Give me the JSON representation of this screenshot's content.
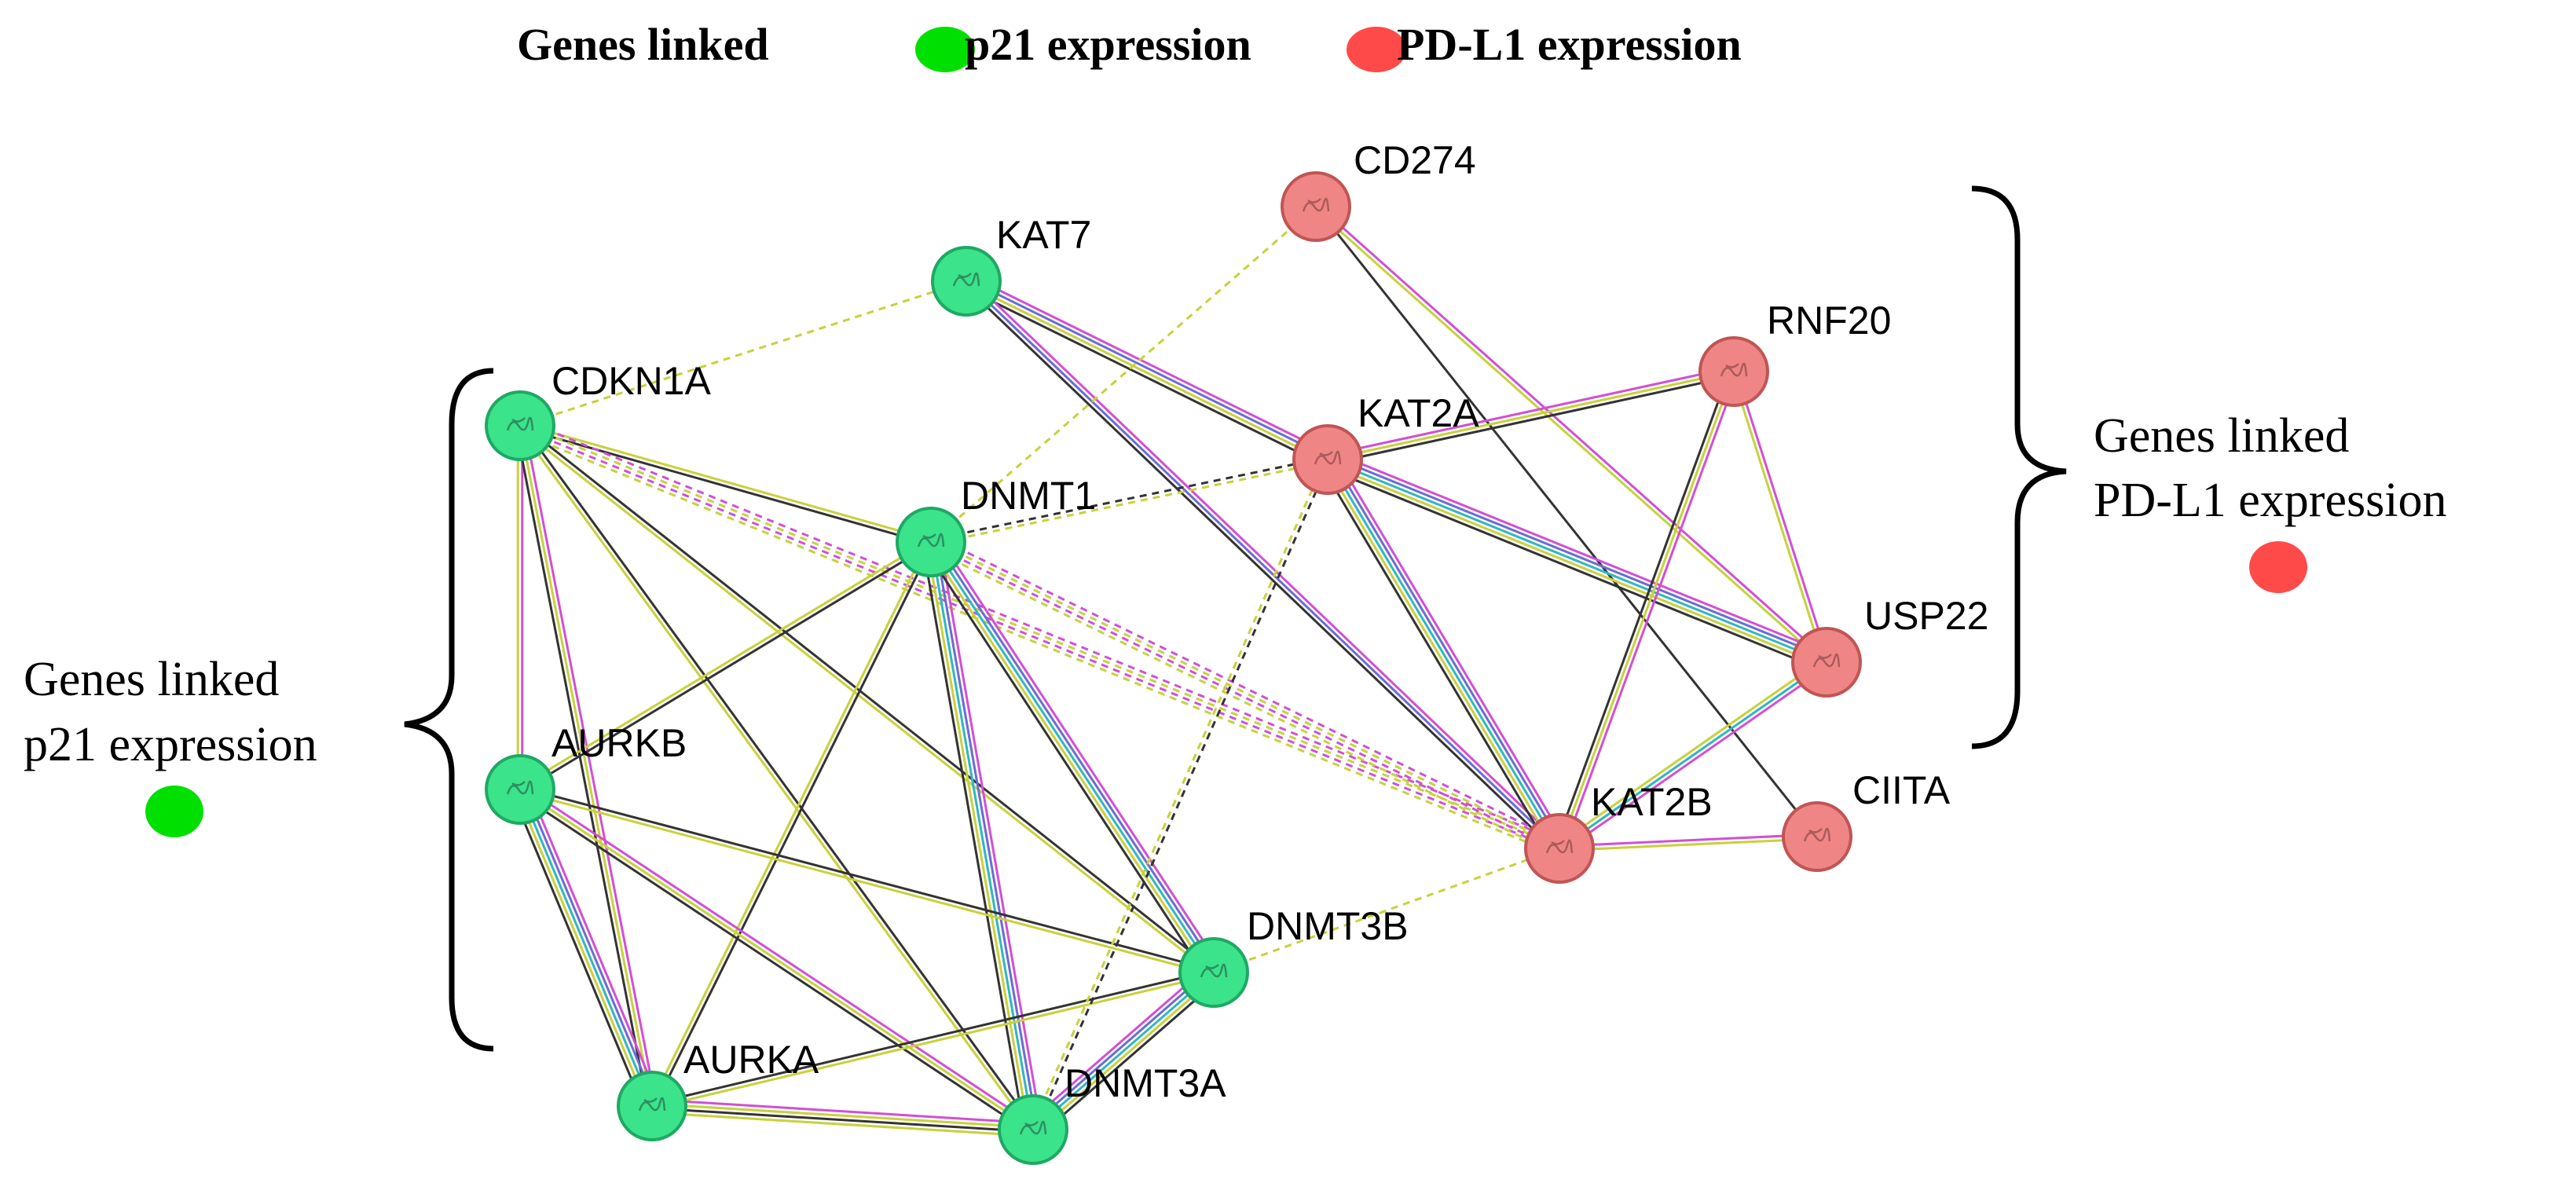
{
  "legend": {
    "title": "Genes linked",
    "items": [
      {
        "label": "p21 expression",
        "color": "#00e000"
      },
      {
        "label": "PD-L1 expression",
        "color": "#ff4a4a"
      }
    ]
  },
  "annotations": {
    "left": {
      "line1": "Genes linked",
      "line2": "p21 expression",
      "dot_color": "#00e000"
    },
    "right": {
      "line1": "Genes linked",
      "line2": "PD-L1 expression",
      "dot_color": "#ff4a4a"
    }
  },
  "node_colors": {
    "p21": "#3be38a",
    "pdl1": "#f08585"
  },
  "nodes": [
    {
      "id": "CDKN1A",
      "group": "p21"
    },
    {
      "id": "KAT7",
      "group": "p21"
    },
    {
      "id": "DNMT1",
      "group": "p21"
    },
    {
      "id": "AURKB",
      "group": "p21"
    },
    {
      "id": "AURKA",
      "group": "p21"
    },
    {
      "id": "DNMT3A",
      "group": "p21"
    },
    {
      "id": "DNMT3B",
      "group": "p21"
    },
    {
      "id": "CD274",
      "group": "pdl1"
    },
    {
      "id": "RNF20",
      "group": "pdl1"
    },
    {
      "id": "KAT2A",
      "group": "pdl1"
    },
    {
      "id": "USP22",
      "group": "pdl1"
    },
    {
      "id": "KAT2B",
      "group": "pdl1"
    },
    {
      "id": "CIITA",
      "group": "pdl1"
    }
  ],
  "edges": [
    {
      "a": "CDKN1A",
      "b": "KAT7",
      "types": [
        "textmining"
      ],
      "dashed": true
    },
    {
      "a": "CDKN1A",
      "b": "DNMT1",
      "types": [
        "textmining",
        "coexpression"
      ]
    },
    {
      "a": "CDKN1A",
      "b": "AURKB",
      "types": [
        "database",
        "textmining"
      ]
    },
    {
      "a": "CDKN1A",
      "b": "AURKA",
      "types": [
        "database",
        "textmining",
        "coexpression"
      ]
    },
    {
      "a": "CDKN1A",
      "b": "DNMT3A",
      "types": [
        "coexpression",
        "textmining"
      ]
    },
    {
      "a": "CDKN1A",
      "b": "DNMT3B",
      "types": [
        "coexpression",
        "textmining"
      ]
    },
    {
      "a": "CDKN1A",
      "b": "KAT2B",
      "types": [
        "database",
        "textmining",
        "database",
        "textmining"
      ],
      "dashed": true
    },
    {
      "a": "KAT7",
      "b": "KAT2A",
      "types": [
        "database",
        "experiment",
        "textmining",
        "coexpression"
      ]
    },
    {
      "a": "KAT7",
      "b": "KAT2B",
      "types": [
        "database",
        "experiment",
        "coexpression"
      ]
    },
    {
      "a": "DNMT1",
      "b": "CD274",
      "types": [
        "textmining"
      ],
      "dashed": true
    },
    {
      "a": "DNMT1",
      "b": "KAT2A",
      "types": [
        "coexpression",
        "textmining"
      ],
      "dashed": true
    },
    {
      "a": "DNMT1",
      "b": "AURKB",
      "types": [
        "coexpression",
        "textmining"
      ]
    },
    {
      "a": "DNMT1",
      "b": "AURKA",
      "types": [
        "coexpression",
        "textmining"
      ]
    },
    {
      "a": "DNMT1",
      "b": "DNMT3A",
      "types": [
        "database",
        "experiment",
        "cooccurrence",
        "textmining",
        "coexpression"
      ]
    },
    {
      "a": "DNMT1",
      "b": "DNMT3B",
      "types": [
        "database",
        "experiment",
        "cooccurrence",
        "textmining",
        "coexpression"
      ]
    },
    {
      "a": "DNMT1",
      "b": "KAT2B",
      "types": [
        "database",
        "textmining",
        "database",
        "textmining"
      ],
      "dashed": true
    },
    {
      "a": "AURKB",
      "b": "AURKA",
      "types": [
        "database",
        "experiment",
        "cooccurrence",
        "textmining",
        "coexpression"
      ]
    },
    {
      "a": "AURKB",
      "b": "DNMT3A",
      "types": [
        "database",
        "textmining",
        "coexpression"
      ]
    },
    {
      "a": "AURKB",
      "b": "DNMT3B",
      "types": [
        "coexpression",
        "textmining"
      ]
    },
    {
      "a": "AURKA",
      "b": "DNMT3A",
      "types": [
        "database",
        "textmining",
        "coexpression",
        "textmining"
      ]
    },
    {
      "a": "AURKA",
      "b": "DNMT3B",
      "types": [
        "coexpression",
        "textmining"
      ]
    },
    {
      "a": "DNMT3A",
      "b": "DNMT3B",
      "types": [
        "database",
        "experiment",
        "cooccurrence",
        "textmining",
        "coexpression"
      ]
    },
    {
      "a": "DNMT3B",
      "b": "KAT2B",
      "types": [
        "textmining"
      ],
      "dashed": true
    },
    {
      "a": "DNMT3A",
      "b": "KAT2A",
      "types": [
        "textmining",
        "coexpression"
      ],
      "dashed": true
    },
    {
      "a": "CD274",
      "b": "USP22",
      "types": [
        "database",
        "textmining"
      ]
    },
    {
      "a": "CD274",
      "b": "CIITA",
      "types": [
        "coexpression"
      ]
    },
    {
      "a": "KAT2A",
      "b": "RNF20",
      "types": [
        "database",
        "textmining",
        "coexpression"
      ]
    },
    {
      "a": "KAT2A",
      "b": "USP22",
      "types": [
        "database",
        "experiment",
        "cooccurrence",
        "textmining",
        "coexpression"
      ]
    },
    {
      "a": "KAT2A",
      "b": "KAT2B",
      "types": [
        "database",
        "experiment",
        "cooccurrence",
        "textmining",
        "coexpression"
      ]
    },
    {
      "a": "RNF20",
      "b": "USP22",
      "types": [
        "database",
        "textmining"
      ]
    },
    {
      "a": "RNF20",
      "b": "KAT2B",
      "types": [
        "database",
        "textmining",
        "coexpression"
      ]
    },
    {
      "a": "USP22",
      "b": "KAT2B",
      "types": [
        "database",
        "cooccurrence",
        "textmining"
      ]
    },
    {
      "a": "KAT2B",
      "b": "CIITA",
      "types": [
        "database",
        "textmining"
      ]
    }
  ],
  "edge_colors": {
    "database": "#d24fd4",
    "experiment": "#6b6bd6",
    "cooccurrence": "#2fb6c2",
    "textmining": "#c8d13a",
    "coexpression": "#333333"
  }
}
